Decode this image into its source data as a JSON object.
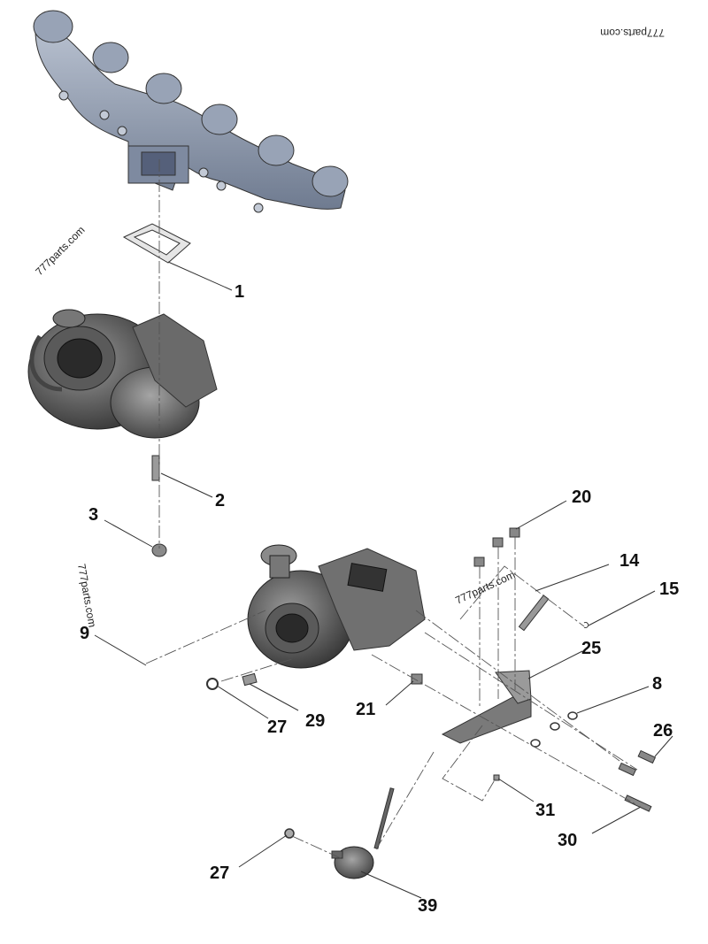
{
  "watermarks": {
    "top_right": "777parts.com",
    "left_upper": "777parts.com",
    "left_lower": "777parts.com",
    "center": "777parts.com"
  },
  "callouts": [
    {
      "id": "1",
      "label": "1"
    },
    {
      "id": "2",
      "label": "2"
    },
    {
      "id": "3",
      "label": "3"
    },
    {
      "id": "9",
      "label": "9"
    },
    {
      "id": "20",
      "label": "20"
    },
    {
      "id": "14",
      "label": "14"
    },
    {
      "id": "15",
      "label": "15"
    },
    {
      "id": "25",
      "label": "25"
    },
    {
      "id": "8",
      "label": "8"
    },
    {
      "id": "26",
      "label": "26"
    },
    {
      "id": "21",
      "label": "21"
    },
    {
      "id": "27a",
      "label": "27"
    },
    {
      "id": "29",
      "label": "29"
    },
    {
      "id": "31",
      "label": "31"
    },
    {
      "id": "30",
      "label": "30"
    },
    {
      "id": "27b",
      "label": "27"
    },
    {
      "id": "39",
      "label": "39"
    }
  ],
  "colors": {
    "manifold": "#8f9bb0",
    "turbo": "#6e6e6e",
    "turbo_dark": "#3f3f3f",
    "metal": "#9a9a9a"
  }
}
